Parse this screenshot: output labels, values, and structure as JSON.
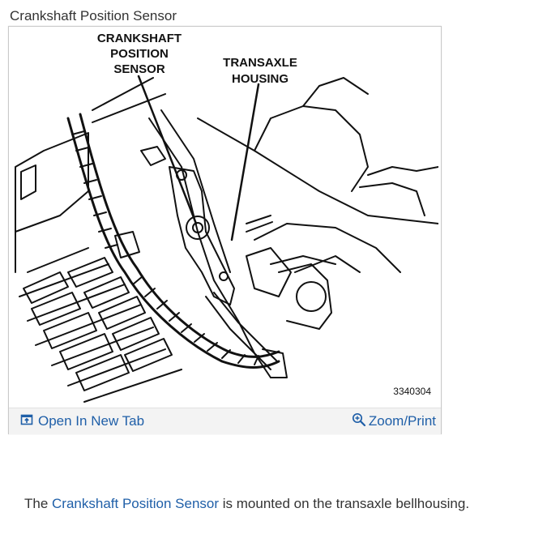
{
  "figure": {
    "title": "Crankshaft Position Sensor",
    "labels": {
      "sensor_line1": "CRANKSHAFT",
      "sensor_line2": "POSITION",
      "sensor_line3": "SENSOR",
      "housing_line1": "TRANSAXLE",
      "housing_line2": "HOUSING"
    },
    "figure_number": "3340304",
    "toolbar": {
      "open_label": "Open In New Tab",
      "zoom_label": "Zoom/Print"
    },
    "icons": {
      "open": "open-in-new-tab-icon",
      "zoom": "magnifier-icon"
    }
  },
  "caption": {
    "before": "The ",
    "link": "Crankshaft Position Sensor",
    "after": " is mounted on the transaxle bellhousing."
  },
  "colors": {
    "link": "#1f5fa8",
    "text": "#333333",
    "toolbar_bg": "#f3f3f3",
    "border": "#c9c9c9"
  }
}
